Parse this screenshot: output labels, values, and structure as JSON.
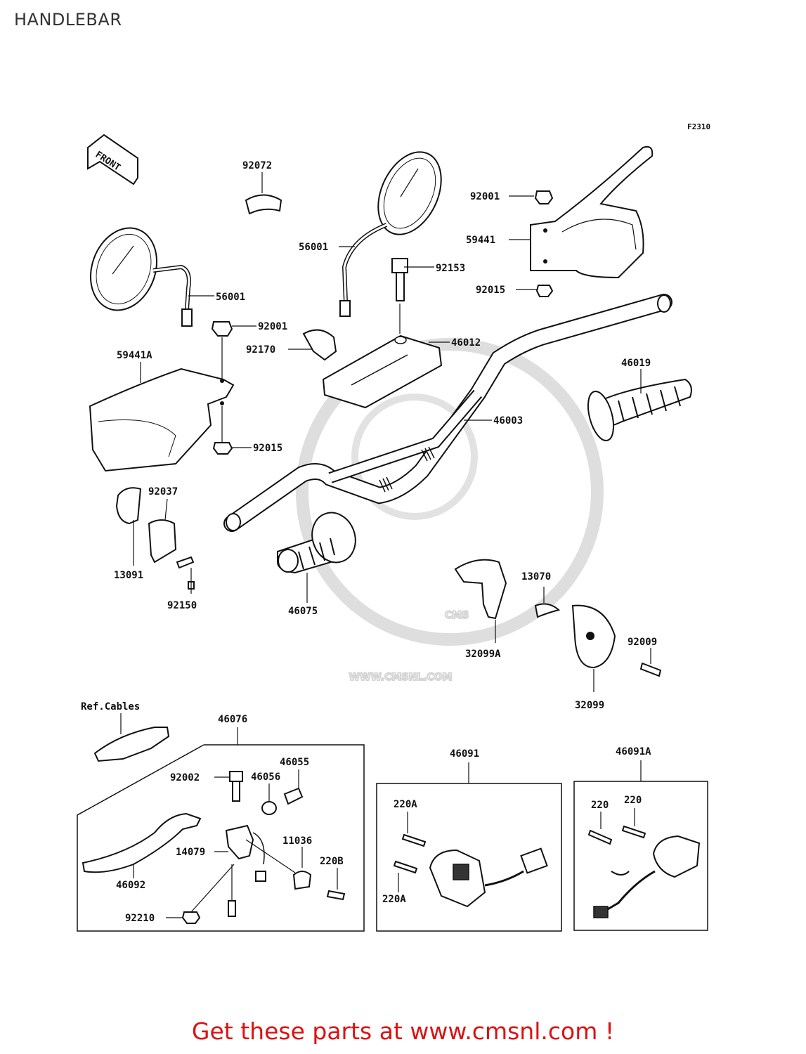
{
  "title": "HANDLEBAR",
  "figure_id": "F2310",
  "front_arrow_label": "FRONT",
  "watermark": {
    "logo_text": "CMS",
    "url_text": "WWW.CMSNL.COM"
  },
  "callouts": {
    "c92072": "92072",
    "c56001_right": "56001",
    "c56001_left": "56001",
    "c92001_right": "92001",
    "c59441": "59441",
    "c92153": "92153",
    "c92015_right": "92015",
    "c92001_left": "92001",
    "c92170": "92170",
    "c46012": "46012",
    "c59441A": "59441A",
    "c46019": "46019",
    "c46003": "46003",
    "c92015_left": "92015",
    "c92037": "92037",
    "c13091": "13091",
    "c92150": "92150",
    "c46075": "46075",
    "c13070": "13070",
    "c32099A": "32099A",
    "c92009": "92009",
    "c32099": "32099",
    "ref_cables": "Ref.Cables",
    "c46076": "46076",
    "c46055": "46055",
    "c92002": "92002",
    "c46056": "46056",
    "c46092": "46092",
    "c14079": "14079",
    "c11036": "11036",
    "c220B": "220B",
    "c92210": "92210",
    "c46091": "46091",
    "c220A_top": "220A",
    "c220A_bottom": "220A",
    "c46091A": "46091A",
    "c220_left": "220",
    "c220_right": "220"
  },
  "cta_text": "Get these parts at www.cmsnl.com !",
  "colors": {
    "cta": "#dd1111",
    "line": "#111111",
    "watermark": "#d6d6d6"
  }
}
